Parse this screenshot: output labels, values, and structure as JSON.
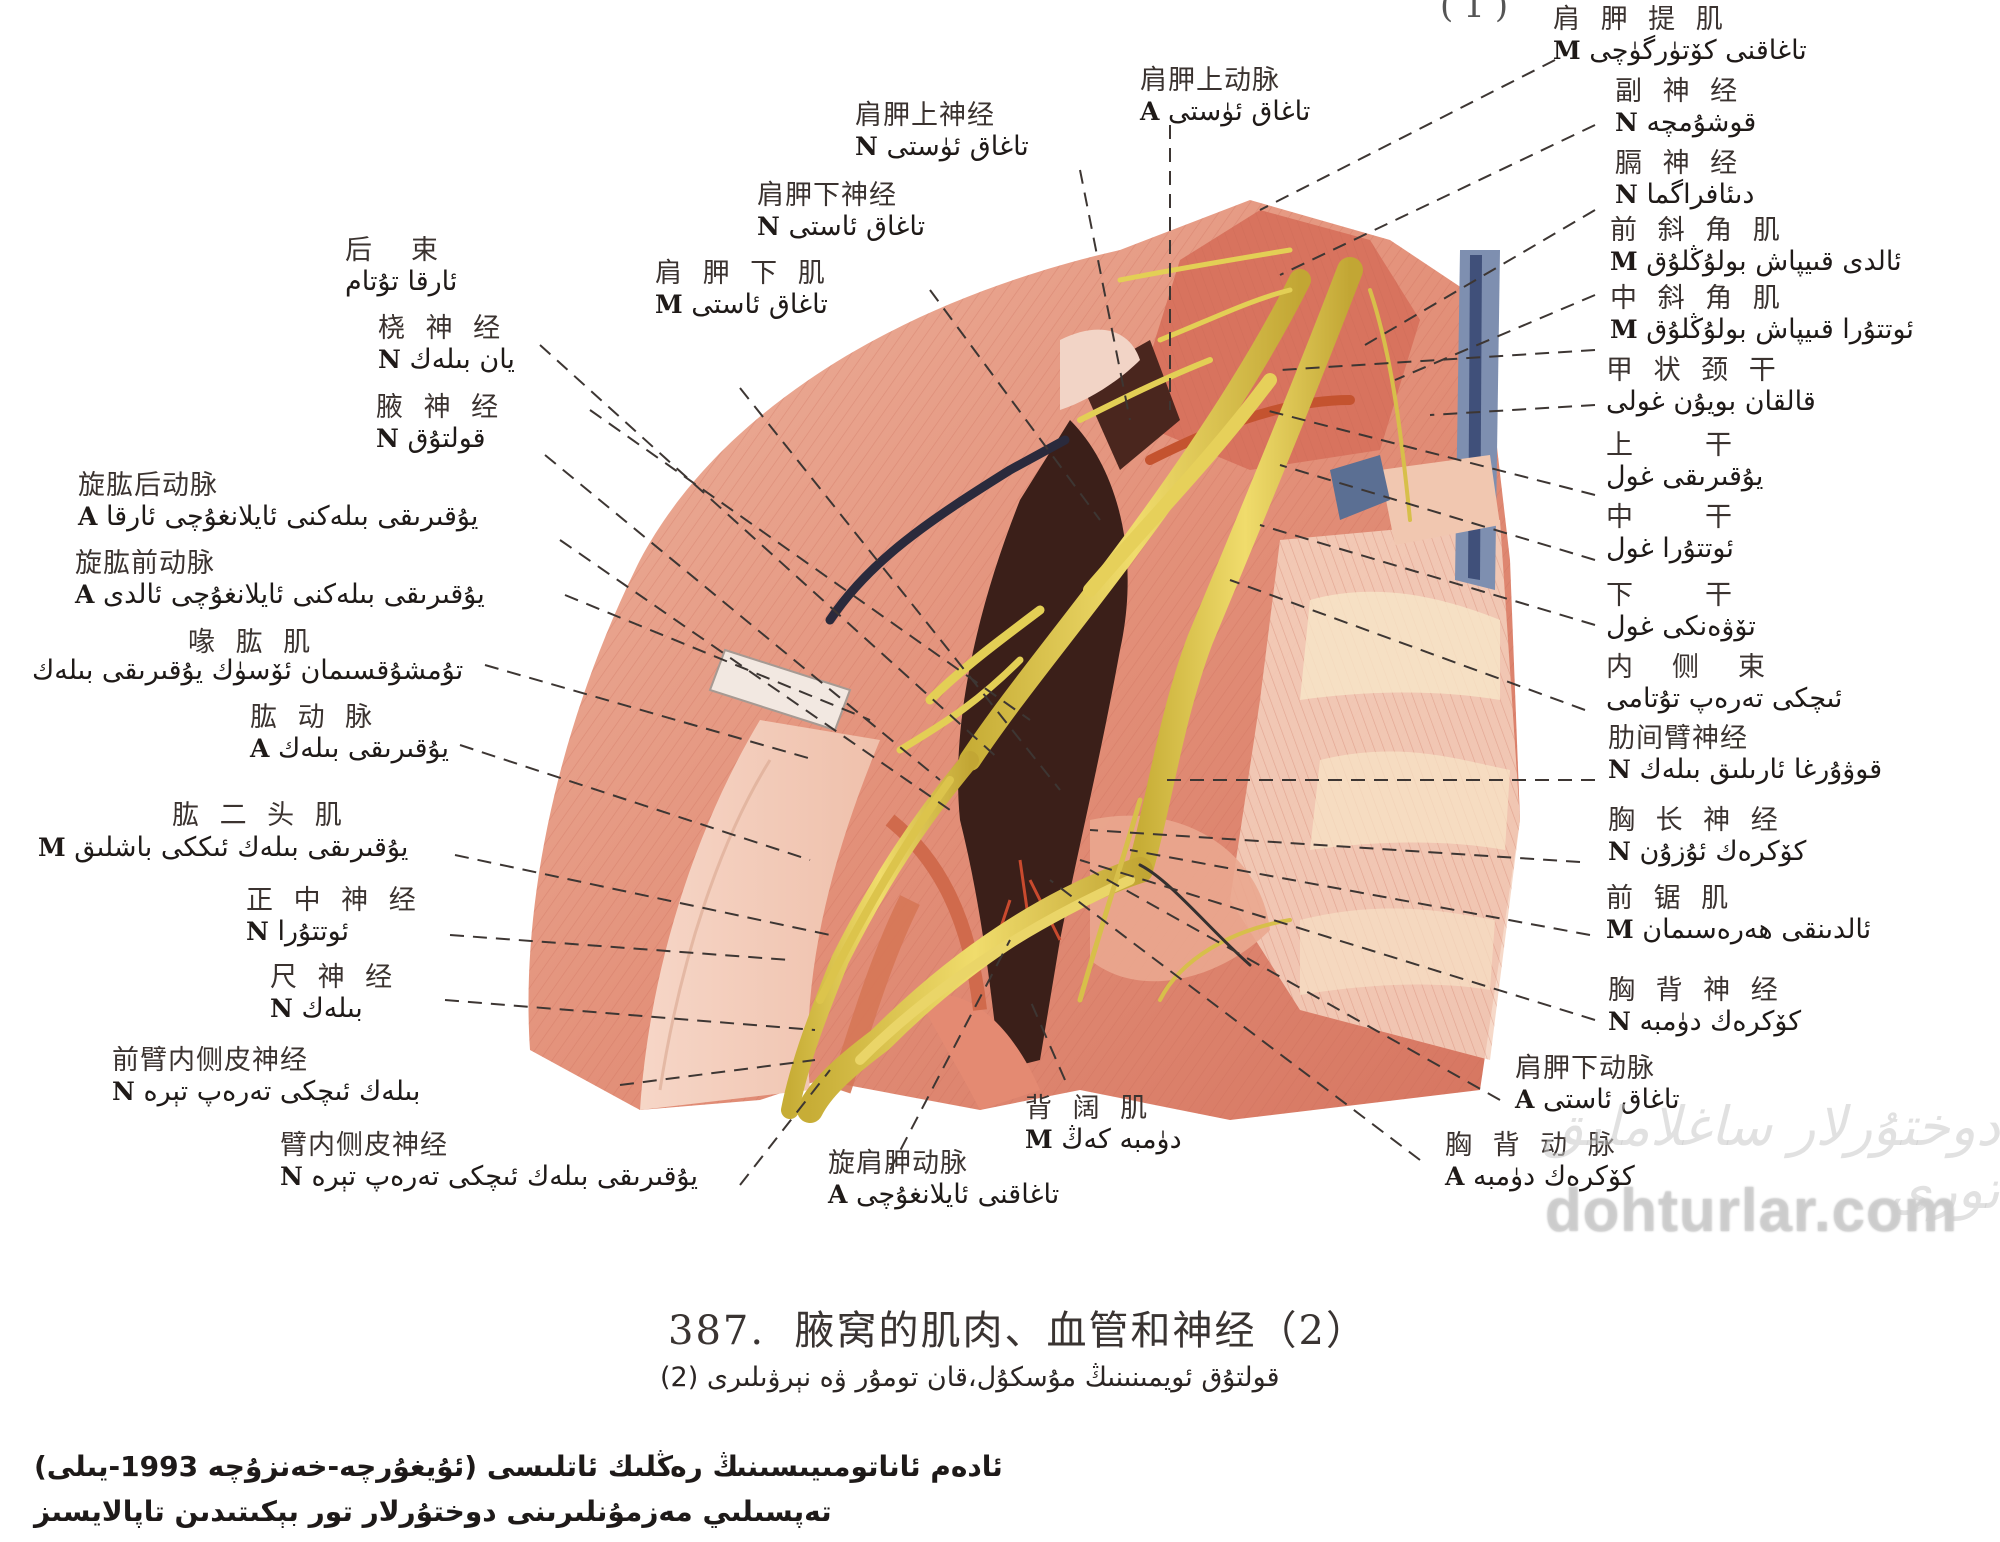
{
  "figure": {
    "number": "387.",
    "title_zh": "腋窝的肌肉、血管和神经（2）",
    "title_ug": "قولتۇق ئويمىنىنىڭ مۇسكۇل،قان تومۇر ۋە نېرۋىلىرى (2)",
    "previous_plate_fragment": "(1)"
  },
  "legend_tags": {
    "muscle": "M",
    "nerve": "N",
    "artery": "A"
  },
  "labels_left": [
    {
      "id": "posterior-cord",
      "zh": "后　束",
      "ug": "ئارقا تۇتام",
      "tag": ""
    },
    {
      "id": "radial-nerve",
      "zh": "桡 神 经",
      "ug": "يان بىلەك",
      "tag": "N"
    },
    {
      "id": "axillary-nerve",
      "zh": "腋 神 经",
      "ug": "قولتۇق",
      "tag": "N"
    },
    {
      "id": "posterior-circumflex-humeral-artery",
      "zh": "旋肱后动脉",
      "ug": "يۇقىرىقى بىلەكنى ئايلانغۇچى ئارقا",
      "tag": "A"
    },
    {
      "id": "anterior-circumflex-humeral-artery",
      "zh": "旋肱前动脉",
      "ug": "يۇقىرىقى بىلەكنى ئايلانغۇچى ئالدى",
      "tag": "A"
    },
    {
      "id": "coracobrachialis",
      "zh": "喙 肱 肌",
      "ug": "تۇمشۇقسىمان ئۆسۈك يۇقىرىقى بىلەك",
      "tag": ""
    },
    {
      "id": "brachial-artery",
      "zh": "肱 动 脉",
      "ug": "يۇقىرىقى بىلەك",
      "tag": "A"
    },
    {
      "id": "biceps-brachii",
      "zh": "肱 二 头 肌",
      "ug": "يۇقىرىقى بىلەك ئىككى باشلىق",
      "tag": "M"
    },
    {
      "id": "median-nerve",
      "zh": "正 中 神 经",
      "ug": "ئوتتۇرا",
      "tag": "N"
    },
    {
      "id": "ulnar-nerve",
      "zh": "尺 神 经",
      "ug": "بىلەك",
      "tag": "N"
    },
    {
      "id": "medial-antebrachial-cutaneous-nerve",
      "zh": "前臂内侧皮神经",
      "ug": "بىلەك ئىچكى تەرەپ تېرە",
      "tag": "N"
    },
    {
      "id": "medial-brachial-cutaneous-nerve",
      "zh": "臂内侧皮神经",
      "ug": "يۇقىرىقى بىلەك ئىچكى تەرەپ تېرە",
      "tag": "N"
    }
  ],
  "labels_top": [
    {
      "id": "subscapularis",
      "zh": "肩 胛 下 肌",
      "ug": "تاغاق ئاستى",
      "tag": "M"
    },
    {
      "id": "subscapular-nerve",
      "zh": "肩胛下神经",
      "ug": "تاغاق ئاستى",
      "tag": "N"
    },
    {
      "id": "suprascapular-nerve",
      "zh": "肩胛上神经",
      "ug": "تاغاق ئۈستى",
      "tag": "N"
    },
    {
      "id": "suprascapular-artery",
      "zh": "肩胛上动脉",
      "ug": "تاغاق ئۈستى",
      "tag": "A"
    }
  ],
  "labels_right": [
    {
      "id": "levator-scapulae",
      "zh": "肩 胛 提 肌",
      "ug": "تاغاقنى كۆتۈرگۈچى",
      "tag": "M"
    },
    {
      "id": "accessory-nerve",
      "zh": "副 神 经",
      "ug": "قوشۇمچە",
      "tag": "N"
    },
    {
      "id": "phrenic-nerve",
      "zh": "膈 神 经",
      "ug": "دىئافراگما",
      "tag": "N"
    },
    {
      "id": "scalenus-anterior",
      "zh": "前 斜 角 肌",
      "ug": "ئالدى قىيپاش بولۇڭلۇق",
      "tag": "M"
    },
    {
      "id": "scalenus-medius",
      "zh": "中 斜 角 肌",
      "ug": "ئوتتۇرا قىيپاش بولۇڭلۇق",
      "tag": "M"
    },
    {
      "id": "thyrocervical-trunk",
      "zh": "甲 状 颈 干",
      "ug": "قالقان بويۇن غولى",
      "tag": ""
    },
    {
      "id": "upper-trunk",
      "zh": "上　　干",
      "ug": "يۇقىرىقى غول",
      "tag": ""
    },
    {
      "id": "middle-trunk",
      "zh": "中　　干",
      "ug": "ئوتتۇرا غول",
      "tag": ""
    },
    {
      "id": "lower-trunk",
      "zh": "下　　干",
      "ug": "تۆۋەنكى غول",
      "tag": ""
    },
    {
      "id": "medial-cord",
      "zh": "内　侧　束",
      "ug": "ئىچكى تەرەپ تۇتامى",
      "tag": ""
    },
    {
      "id": "intercostobrachial-nerve",
      "zh": "肋间臂神经",
      "ug": "قوۋۇرغا ئارىلىق بىلەك",
      "tag": "N"
    },
    {
      "id": "long-thoracic-nerve",
      "zh": "胸 长 神 经",
      "ug": "كۆكرەك ئۇزۇن",
      "tag": "N"
    },
    {
      "id": "serratus-anterior",
      "zh": "前 锯 肌",
      "ug": "ئالدىنقى ھەرەسىمان",
      "tag": "M"
    },
    {
      "id": "thoracodorsal-nerve",
      "zh": "胸 背 神 经",
      "ug": "كۆكرەك دۈمبە",
      "tag": "N"
    },
    {
      "id": "subscapular-artery",
      "zh": "肩胛下动脉",
      "ug": "تاغاق ئاستى",
      "tag": "A"
    },
    {
      "id": "thoracodorsal-artery",
      "zh": "胸 背 动 脉",
      "ug": "كۆكرەك دۈمبە",
      "tag": "A"
    }
  ],
  "labels_bottom": [
    {
      "id": "circumflex-scapular-artery",
      "zh": "旋肩胛动脉",
      "ug": "تاغاقنى ئايلانغۇچى",
      "tag": "A"
    },
    {
      "id": "latissimus-dorsi",
      "zh": "背 阔 肌",
      "ug": "دۈمبە كەڭ",
      "tag": "M"
    }
  ],
  "footer": {
    "line1": "ئادەم ئاناتومىيىسىنىڭ رەڭلىك ئاتلىسى (ئۇيغۇرچە-خەنزۇچە 1993-يىلى)",
    "line2": "تەپسىلىي مەزمۇنلىرىنى دوختۇرلار تور بېكىتىدىن تاپالايسىز"
  },
  "watermark": {
    "latin": "dohturlar.com",
    "script": "دوختۇرلار ساغلاملىق تورى"
  },
  "colors": {
    "muscle": "#e48f78",
    "muscle_light": "#f2c2ae",
    "muscle_dark": "#c8614e",
    "tendon": "#efe4da",
    "nerve": "#e3cf52",
    "nerve_dark": "#b89d2c",
    "vessel_dark": "#2b2a3a",
    "vein_blue": "#6f7fa0",
    "cavity": "#3a1e18",
    "leader_line": "#3d3633"
  }
}
